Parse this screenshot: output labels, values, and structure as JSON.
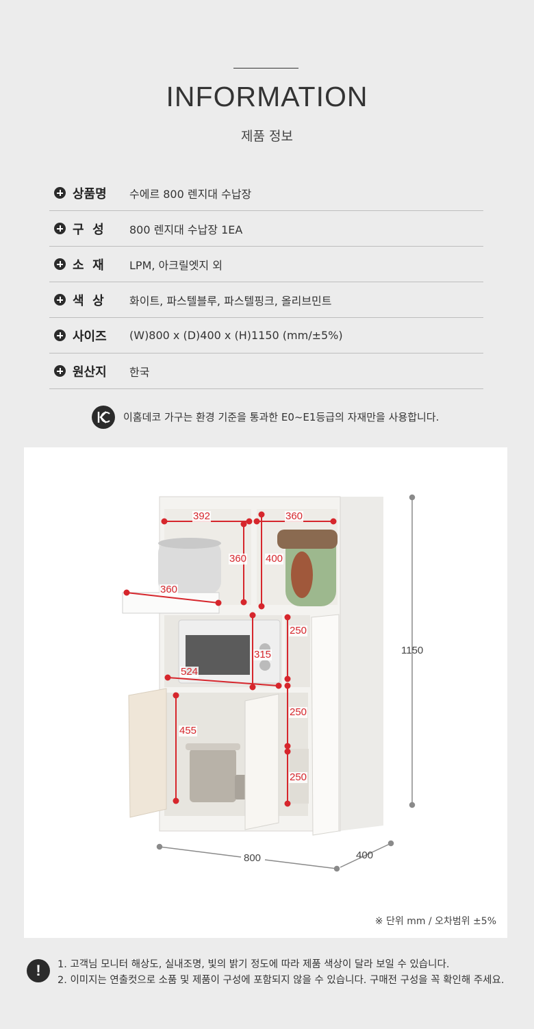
{
  "header": {
    "title": "INFORMATION",
    "subtitle": "제품 정보"
  },
  "info_rows": [
    {
      "label": "상품명",
      "value": "수에르 800 렌지대 수납장"
    },
    {
      "label": "구  성",
      "value": "800 렌지대 수납장 1EA"
    },
    {
      "label": "소  재",
      "value": "LPM, 아크릴엣지 외"
    },
    {
      "label": "색  상",
      "value": "화이트, 파스텔블루, 파스텔핑크, 올리브민트"
    },
    {
      "label": "사이즈",
      "value": "(W)800 x (D)400 x (H)1150 (mm/±5%)"
    },
    {
      "label": "원산지",
      "value": "한국"
    }
  ],
  "certification": {
    "icon": "kc-mark-icon",
    "text": "이홈데코 가구는 환경 기준을 통과한 E0~E1등급의 자재만을 사용합니다."
  },
  "diagram": {
    "dims": {
      "top_left_width": "392",
      "top_right_width": "360",
      "top_left_height": "360",
      "top_right_height": "400",
      "tray_depth": "360",
      "mid_height_right": "250",
      "microwave_height": "315",
      "mid_width": "524",
      "bottom_left_height": "455",
      "bottom_right_mid": "250",
      "bottom_right_low": "250"
    },
    "overall": {
      "height": "1150",
      "width": "800",
      "depth": "400"
    },
    "unit_note": "※ 단위 mm / 오차범위 ±5%"
  },
  "notices": [
    "1. 고객님 모니터 해상도, 실내조명, 빛의 밝기 정도에 따라 제품 색상이 달라 보일 수 있습니다.",
    "2. 이미지는 연출컷으로 소품 및 제품이 구성에 포함되지 않을 수 있습니다. 구매전 구성을 꼭 확인해 주세요."
  ],
  "colors": {
    "background": "#ececec",
    "accent_red": "#d6262c",
    "icon_dark": "#2b2b2b"
  }
}
